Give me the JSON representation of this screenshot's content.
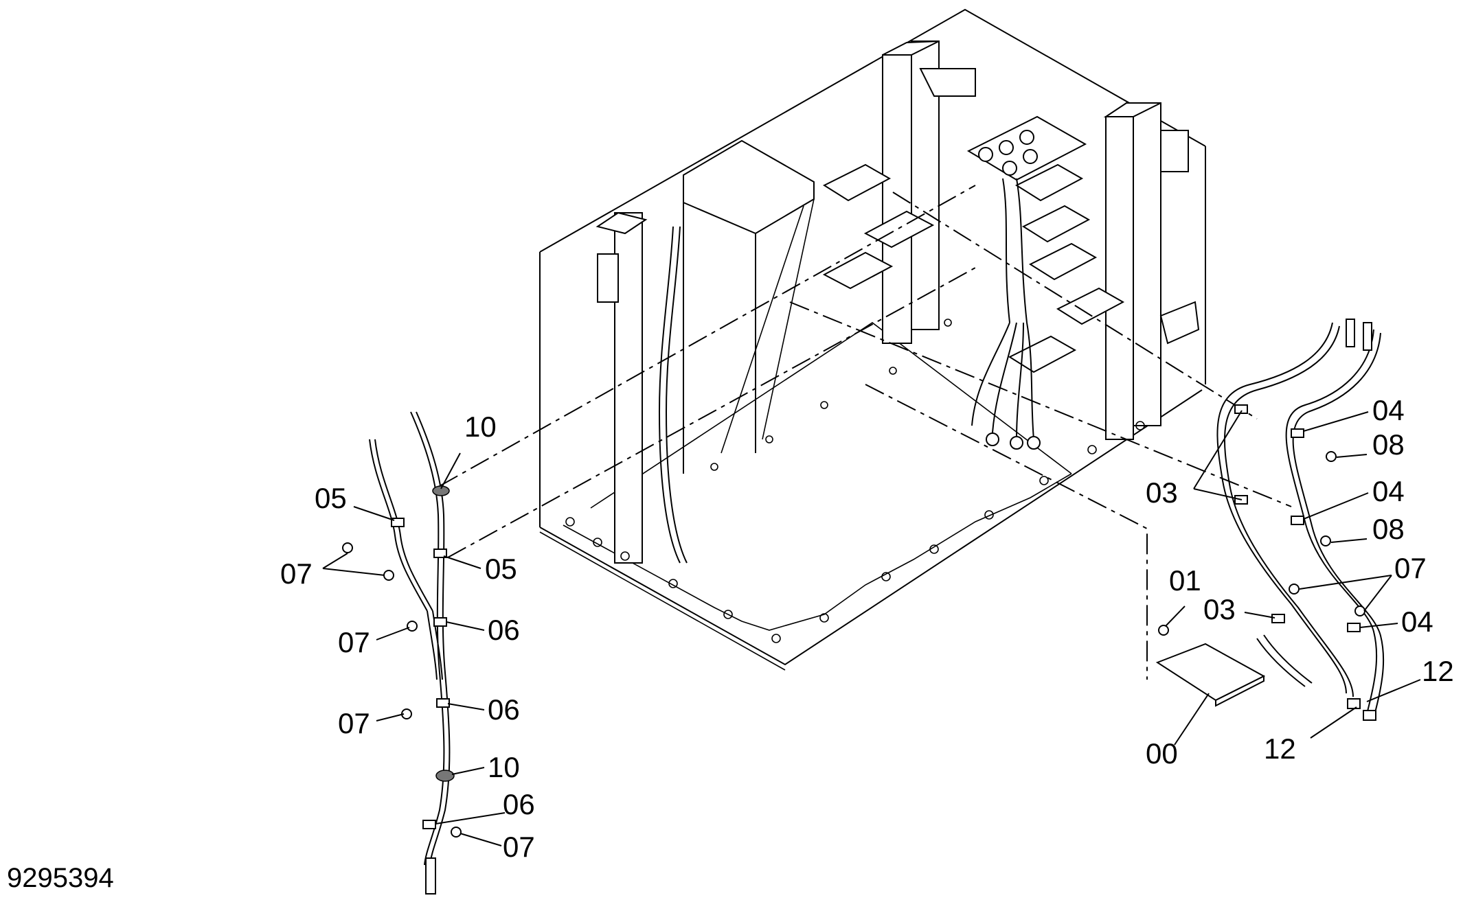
{
  "drawing_number": "9295394",
  "callouts": {
    "c10_top": "10",
    "c05_left": "05",
    "c07_left_pair": "07",
    "c05_mid": "05",
    "c07_a": "07",
    "c06_a": "06",
    "c07_b": "07",
    "c06_b": "06",
    "c10_bottom": "10",
    "c06_c": "06",
    "c07_c": "07",
    "c04_a": "04",
    "c08_a": "08",
    "c03_pair": "03",
    "c04_b": "04",
    "c08_b": "08",
    "c07_right": "07",
    "c01": "01",
    "c03_low": "03",
    "c04_c": "04",
    "c12_top": "12",
    "c12_bottom": "12",
    "c00": "00"
  }
}
